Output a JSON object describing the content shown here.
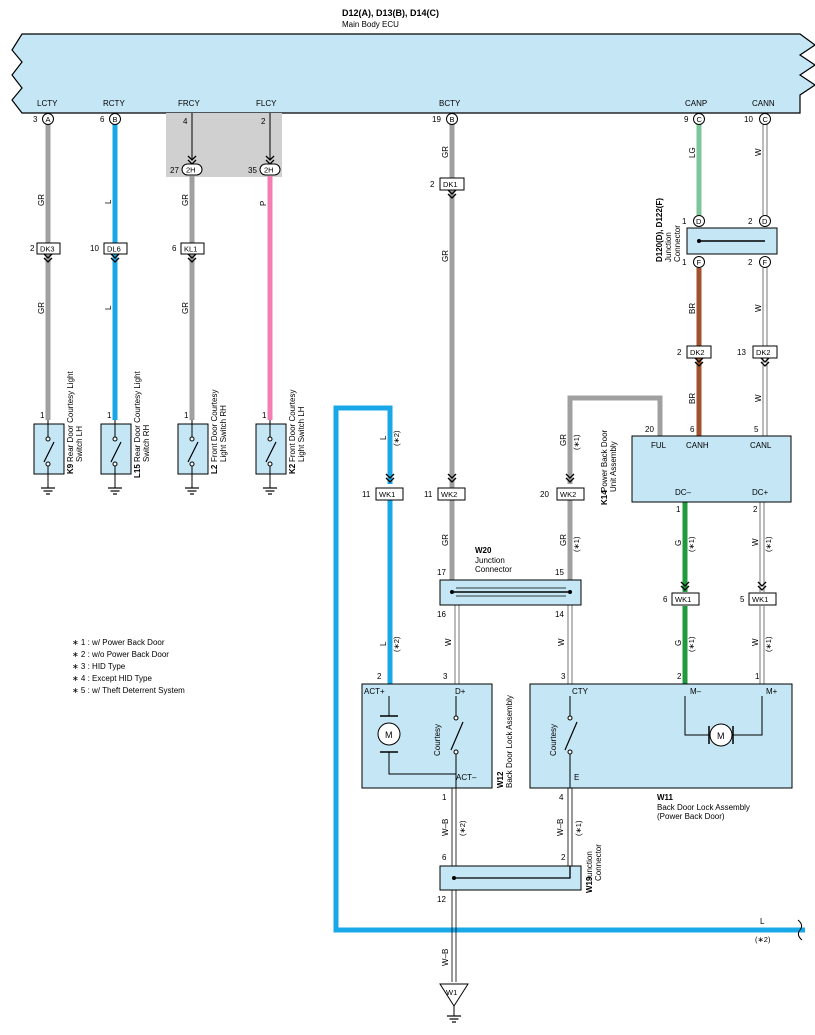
{
  "colors": {
    "ecu_fill": "#c5e6f5",
    "box_fill": "#c5e6f5",
    "gray_wire": "#a0a0a0",
    "blue_wire": "#18a8e8",
    "pink_wire": "#f47eb4",
    "lightgreen_wire": "#7cc69a",
    "brown_wire": "#a0522d",
    "green_wire": "#1f9a3c",
    "shade": "#d0d0d0"
  },
  "ecu": {
    "title": "D12(A), D13(B), D14(C)",
    "subtitle": "Main Body ECU",
    "terminals": [
      {
        "name": "LCTY",
        "pin": "3",
        "letter": "A"
      },
      {
        "name": "RCTY",
        "pin": "6",
        "letter": "B"
      },
      {
        "name": "FRCY",
        "pin": "4"
      },
      {
        "name": "FLCY",
        "pin": "2"
      },
      {
        "name": "BCTY",
        "pin": "19",
        "letter": "B"
      },
      {
        "name": "CANP",
        "pin": "9",
        "letter": "C"
      },
      {
        "name": "CANN",
        "pin": "10",
        "letter": "C"
      }
    ]
  },
  "connectors": {
    "dk3": "DK3",
    "dl6": "DL6",
    "kl1": "KL1",
    "h2": "2H",
    "dk1": "DK1",
    "dk2": "DK2",
    "wk1": "WK1",
    "wk2": "WK2",
    "w1": "W1"
  },
  "pins": {
    "p1": "1",
    "p2": "2",
    "p3": "3",
    "p4": "4",
    "p5": "5",
    "p6": "6",
    "p10": "10",
    "p11": "11",
    "p12": "12",
    "p13": "13",
    "p14": "14",
    "p15": "15",
    "p16": "16",
    "p17": "17",
    "p19": "19",
    "p20": "20",
    "p27": "27",
    "p35": "35"
  },
  "letters": {
    "d": "D",
    "f": "F"
  },
  "wire_labels": {
    "gr": "GR",
    "l": "L",
    "p": "P",
    "lg": "LG",
    "w": "W",
    "br": "BR",
    "g": "G",
    "wb": "W–B"
  },
  "notes_refs": {
    "n1": "(∗1)",
    "n2": "(∗2)"
  },
  "switches": {
    "k9": {
      "id": "K9",
      "line1": "Rear Door Courtesy Light",
      "line2": "Switch LH"
    },
    "l15": {
      "id": "L15",
      "line1": "Rear Door Courtesy Light",
      "line2": "Switch RH"
    },
    "l2": {
      "id": "L2",
      "line1": "Front Door Courtesy",
      "line2": "Light Switch RH"
    },
    "k2": {
      "id": "K2",
      "line1": "Front Door Courtesy",
      "line2": "Light Switch LH"
    }
  },
  "junction_d120": {
    "line1": "D120(D), D122(F)",
    "line2": "Junction",
    "line3": "Connector"
  },
  "k14": {
    "id": "K14",
    "line1": "Power Back Door",
    "line2": "Unit Assembly",
    "ful": "FUL",
    "canh": "CANH",
    "canl": "CANL",
    "dcminus": "DC–",
    "dcplus": "DC+"
  },
  "w20": {
    "id": "W20",
    "line1": "Junction",
    "line2": "Connector"
  },
  "w12": {
    "id": "W12",
    "label": "Back Door Lock Assembly",
    "actplus": "ACT+",
    "dplus": "D+",
    "actminus": "ACT–",
    "courtesy": "Courtesy",
    "motor": "M"
  },
  "w11": {
    "id": "W11",
    "line1": "Back Door Lock Assembly",
    "line2": "(Power Back Door)",
    "cty": "CTY",
    "mminus": "M–",
    "mplus": "M+",
    "e": "E",
    "courtesy": "Courtesy",
    "motor": "M"
  },
  "w19": {
    "id": "W19",
    "line1": "Junction",
    "line2": "Connector"
  },
  "legend": [
    "∗ 1 : w/ Power Back Door",
    "∗ 2 : w/o Power Back Door",
    "∗ 3 : HID Type",
    "∗ 4 : Except HID Type",
    "∗ 5 : w/ Theft Deterrent System"
  ]
}
